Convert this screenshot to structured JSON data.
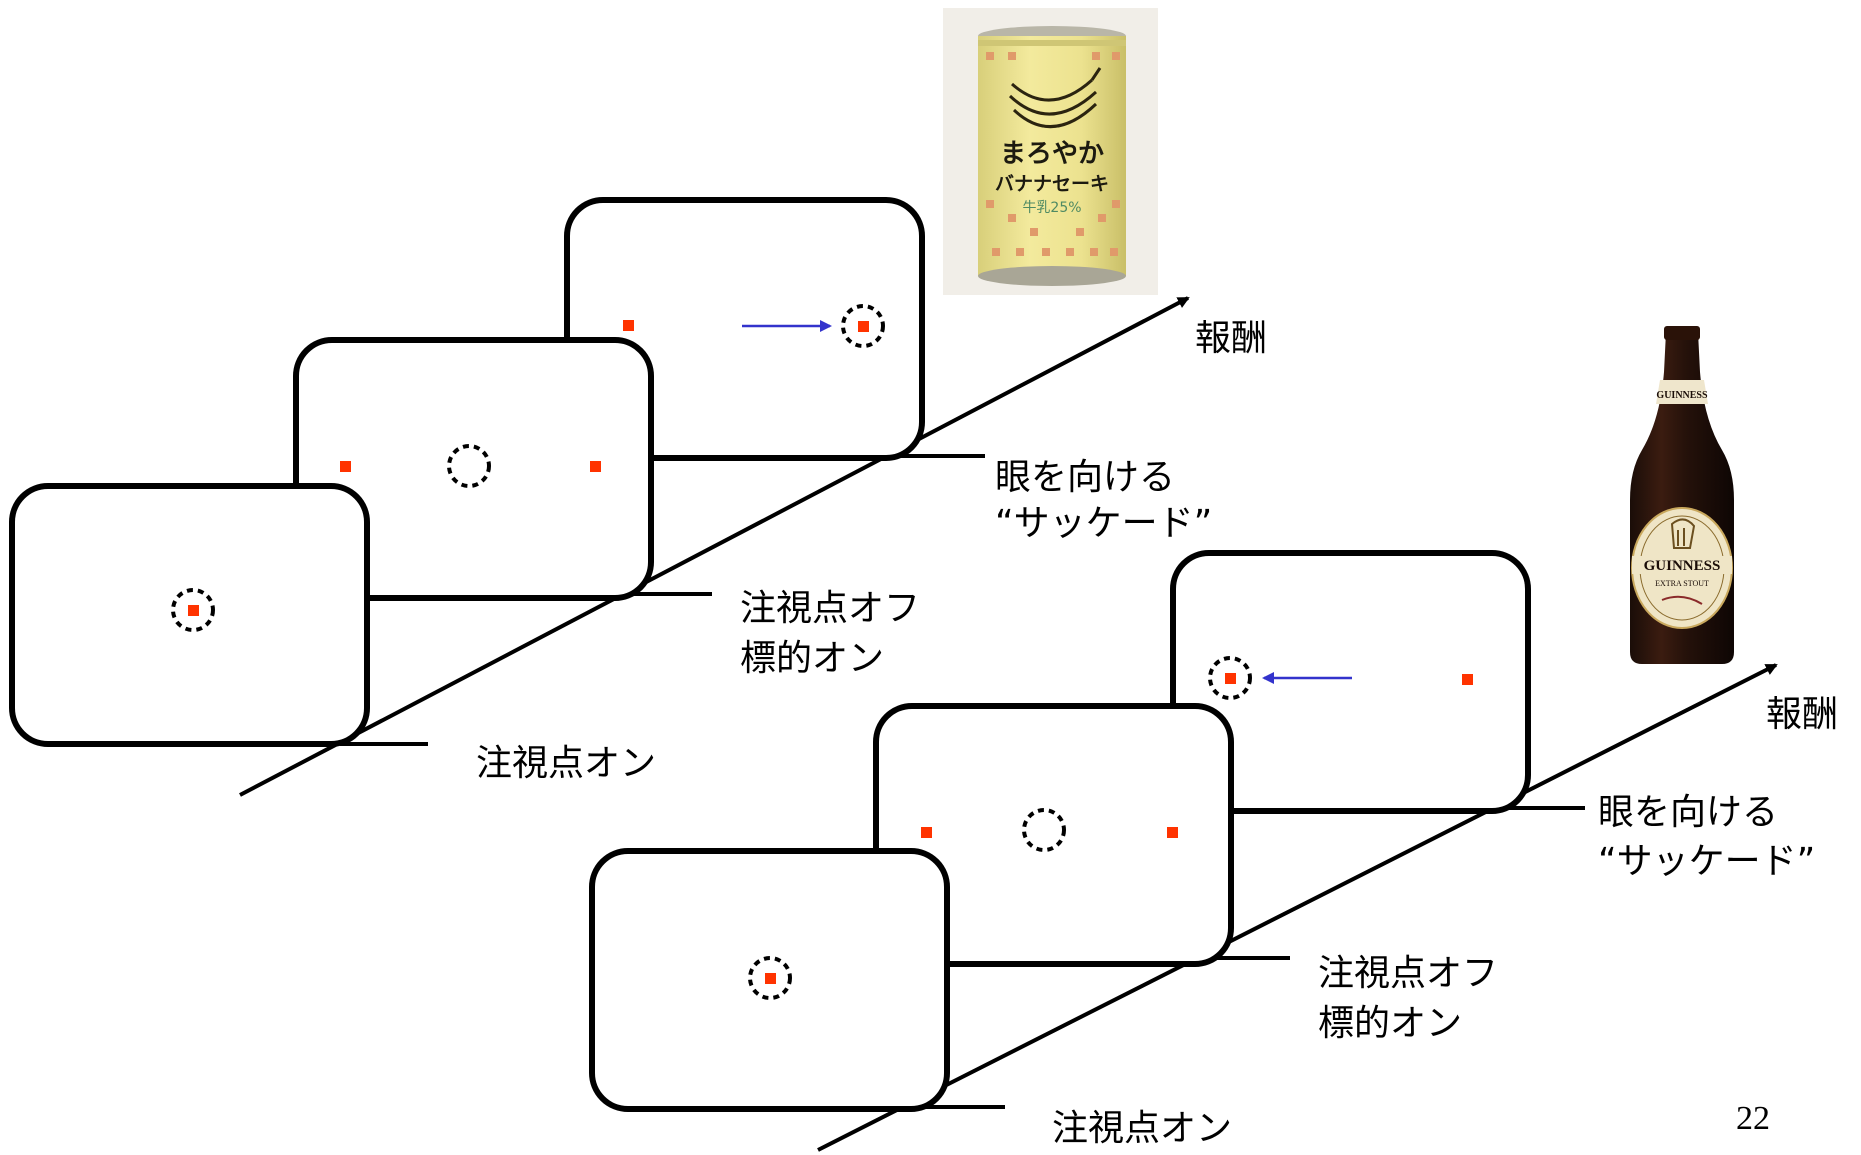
{
  "slide": {
    "page_number": "22"
  },
  "colors": {
    "dot": "#ff3300",
    "arrow": "#3333cc",
    "line": "#000000"
  },
  "top_sequence": {
    "reward_label": "報酬",
    "saccade_label_line1": "眼を向ける",
    "saccade_label_line2": "“サッケード”",
    "fix_off_line1": "注視点オフ",
    "fix_off_line2": "標的オン",
    "fix_on_label": "注視点オン",
    "reward_image": "banana-milkshake-can",
    "can_text": {
      "line1": "まろやか",
      "line2": "バナナセーキ",
      "line3": "牛乳25%"
    }
  },
  "bottom_sequence": {
    "reward_label": "報酬",
    "saccade_label_line1": "眼を向ける",
    "saccade_label_line2": "“サッケード”",
    "fix_off_line1": "注視点オフ",
    "fix_off_line2": "標的オン",
    "fix_on_label": "注視点オン",
    "reward_image": "guinness-beer-bottle",
    "bottle_text": {
      "brand": "GUINNESS",
      "sub": "EXTRA STOUT"
    }
  }
}
